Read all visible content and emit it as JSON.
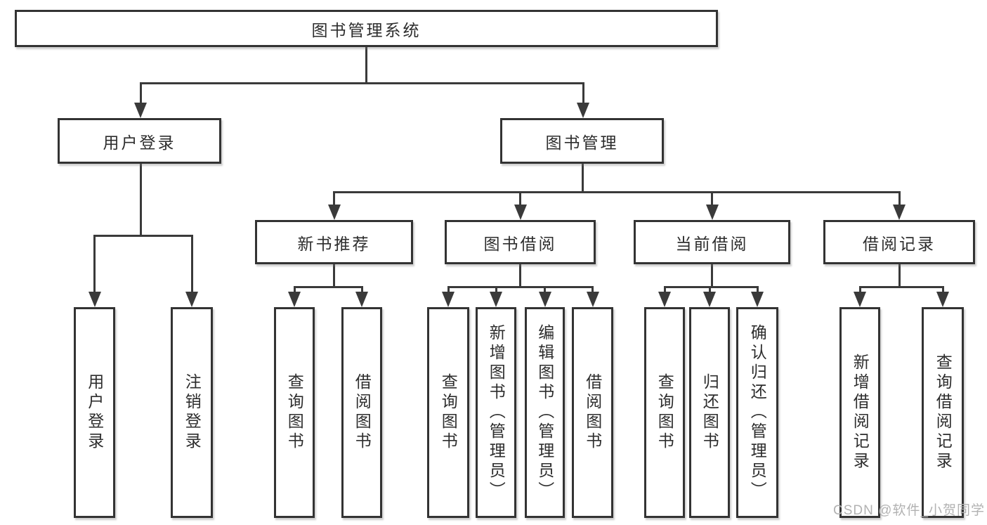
{
  "tree": {
    "root": "图书管理系统",
    "children": [
      {
        "label": "用户登录",
        "children": [
          "用户登录",
          "注销登录"
        ]
      },
      {
        "label": "图书管理",
        "children": [
          {
            "label": "新书推荐",
            "children": [
              "查询图书",
              "借阅图书"
            ]
          },
          {
            "label": "图书借阅",
            "children": [
              "查询图书",
              "新增图书（管理员）",
              "编辑图书（管理员）",
              "借阅图书"
            ]
          },
          {
            "label": "当前借阅",
            "children": [
              "查询图书",
              "归还图书",
              "确认归还（管理员）"
            ]
          },
          {
            "label": "借阅记录",
            "children": [
              "新增借阅记录",
              "查询借阅记录"
            ]
          }
        ]
      }
    ]
  },
  "watermark": "CSDN @软件_小贺同学",
  "colors": {
    "line": "#3a3a3a",
    "box_border": "#333333",
    "text": "#2d2d2d",
    "watermark": "#b2b2b2",
    "background": "#ffffff"
  }
}
